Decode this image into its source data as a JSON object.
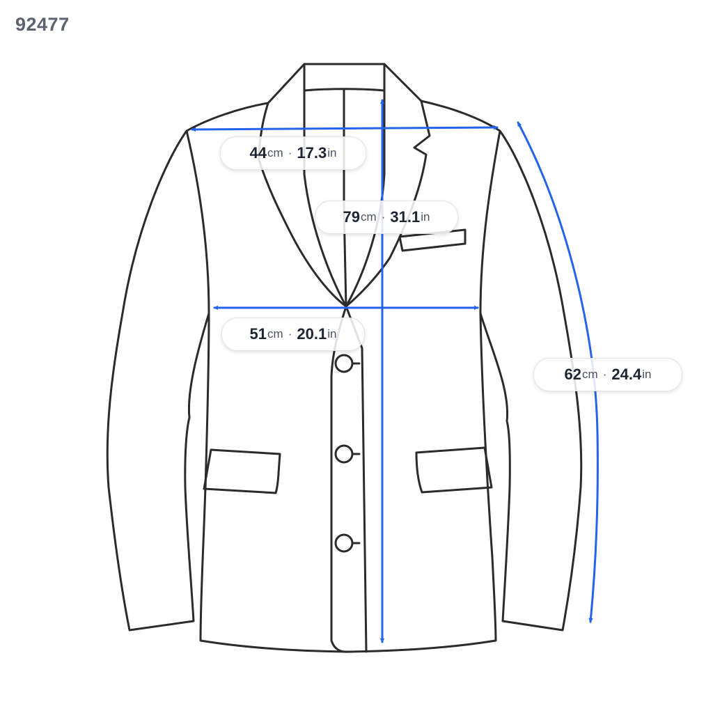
{
  "product_id": "92477",
  "accent_color": "#2563eb",
  "measurements": {
    "shoulder": {
      "cm": "44",
      "cm_unit": "cm",
      "separator": "·",
      "in": "17.3",
      "in_unit": "in"
    },
    "length": {
      "cm": "79",
      "cm_unit": "cm",
      "separator": "·",
      "in": "31.1",
      "in_unit": "in"
    },
    "chest": {
      "cm": "51",
      "cm_unit": "cm",
      "separator": "·",
      "in": "20.1",
      "in_unit": "in"
    },
    "sleeve": {
      "cm": "62",
      "cm_unit": "cm",
      "separator": "·",
      "in": "24.4",
      "in_unit": "in"
    }
  }
}
